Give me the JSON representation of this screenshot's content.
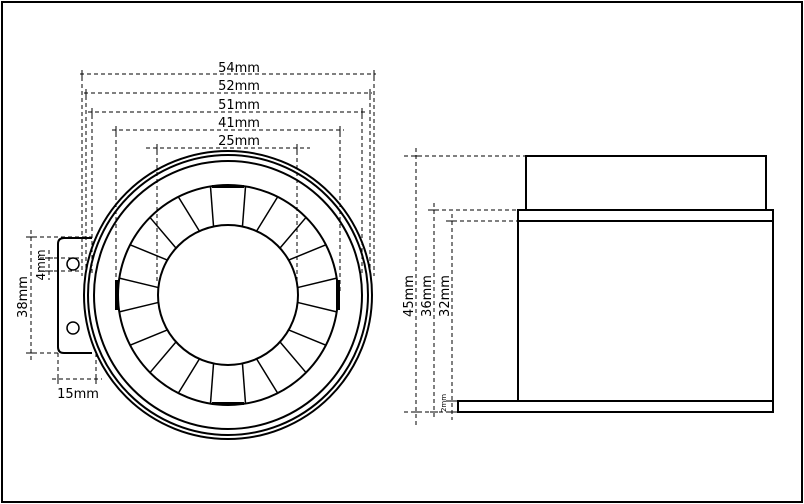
{
  "front_view": {
    "dims": {
      "d54": "54mm",
      "d52": "52mm",
      "d51": "51mm",
      "d41": "41mm",
      "d25": "25mm",
      "h38": "38mm",
      "h4": "4mm",
      "w15": "15mm"
    }
  },
  "side_view": {
    "dims": {
      "h45": "45mm",
      "h36": "36mm",
      "h32": "32mm",
      "h2": "2mm"
    }
  }
}
